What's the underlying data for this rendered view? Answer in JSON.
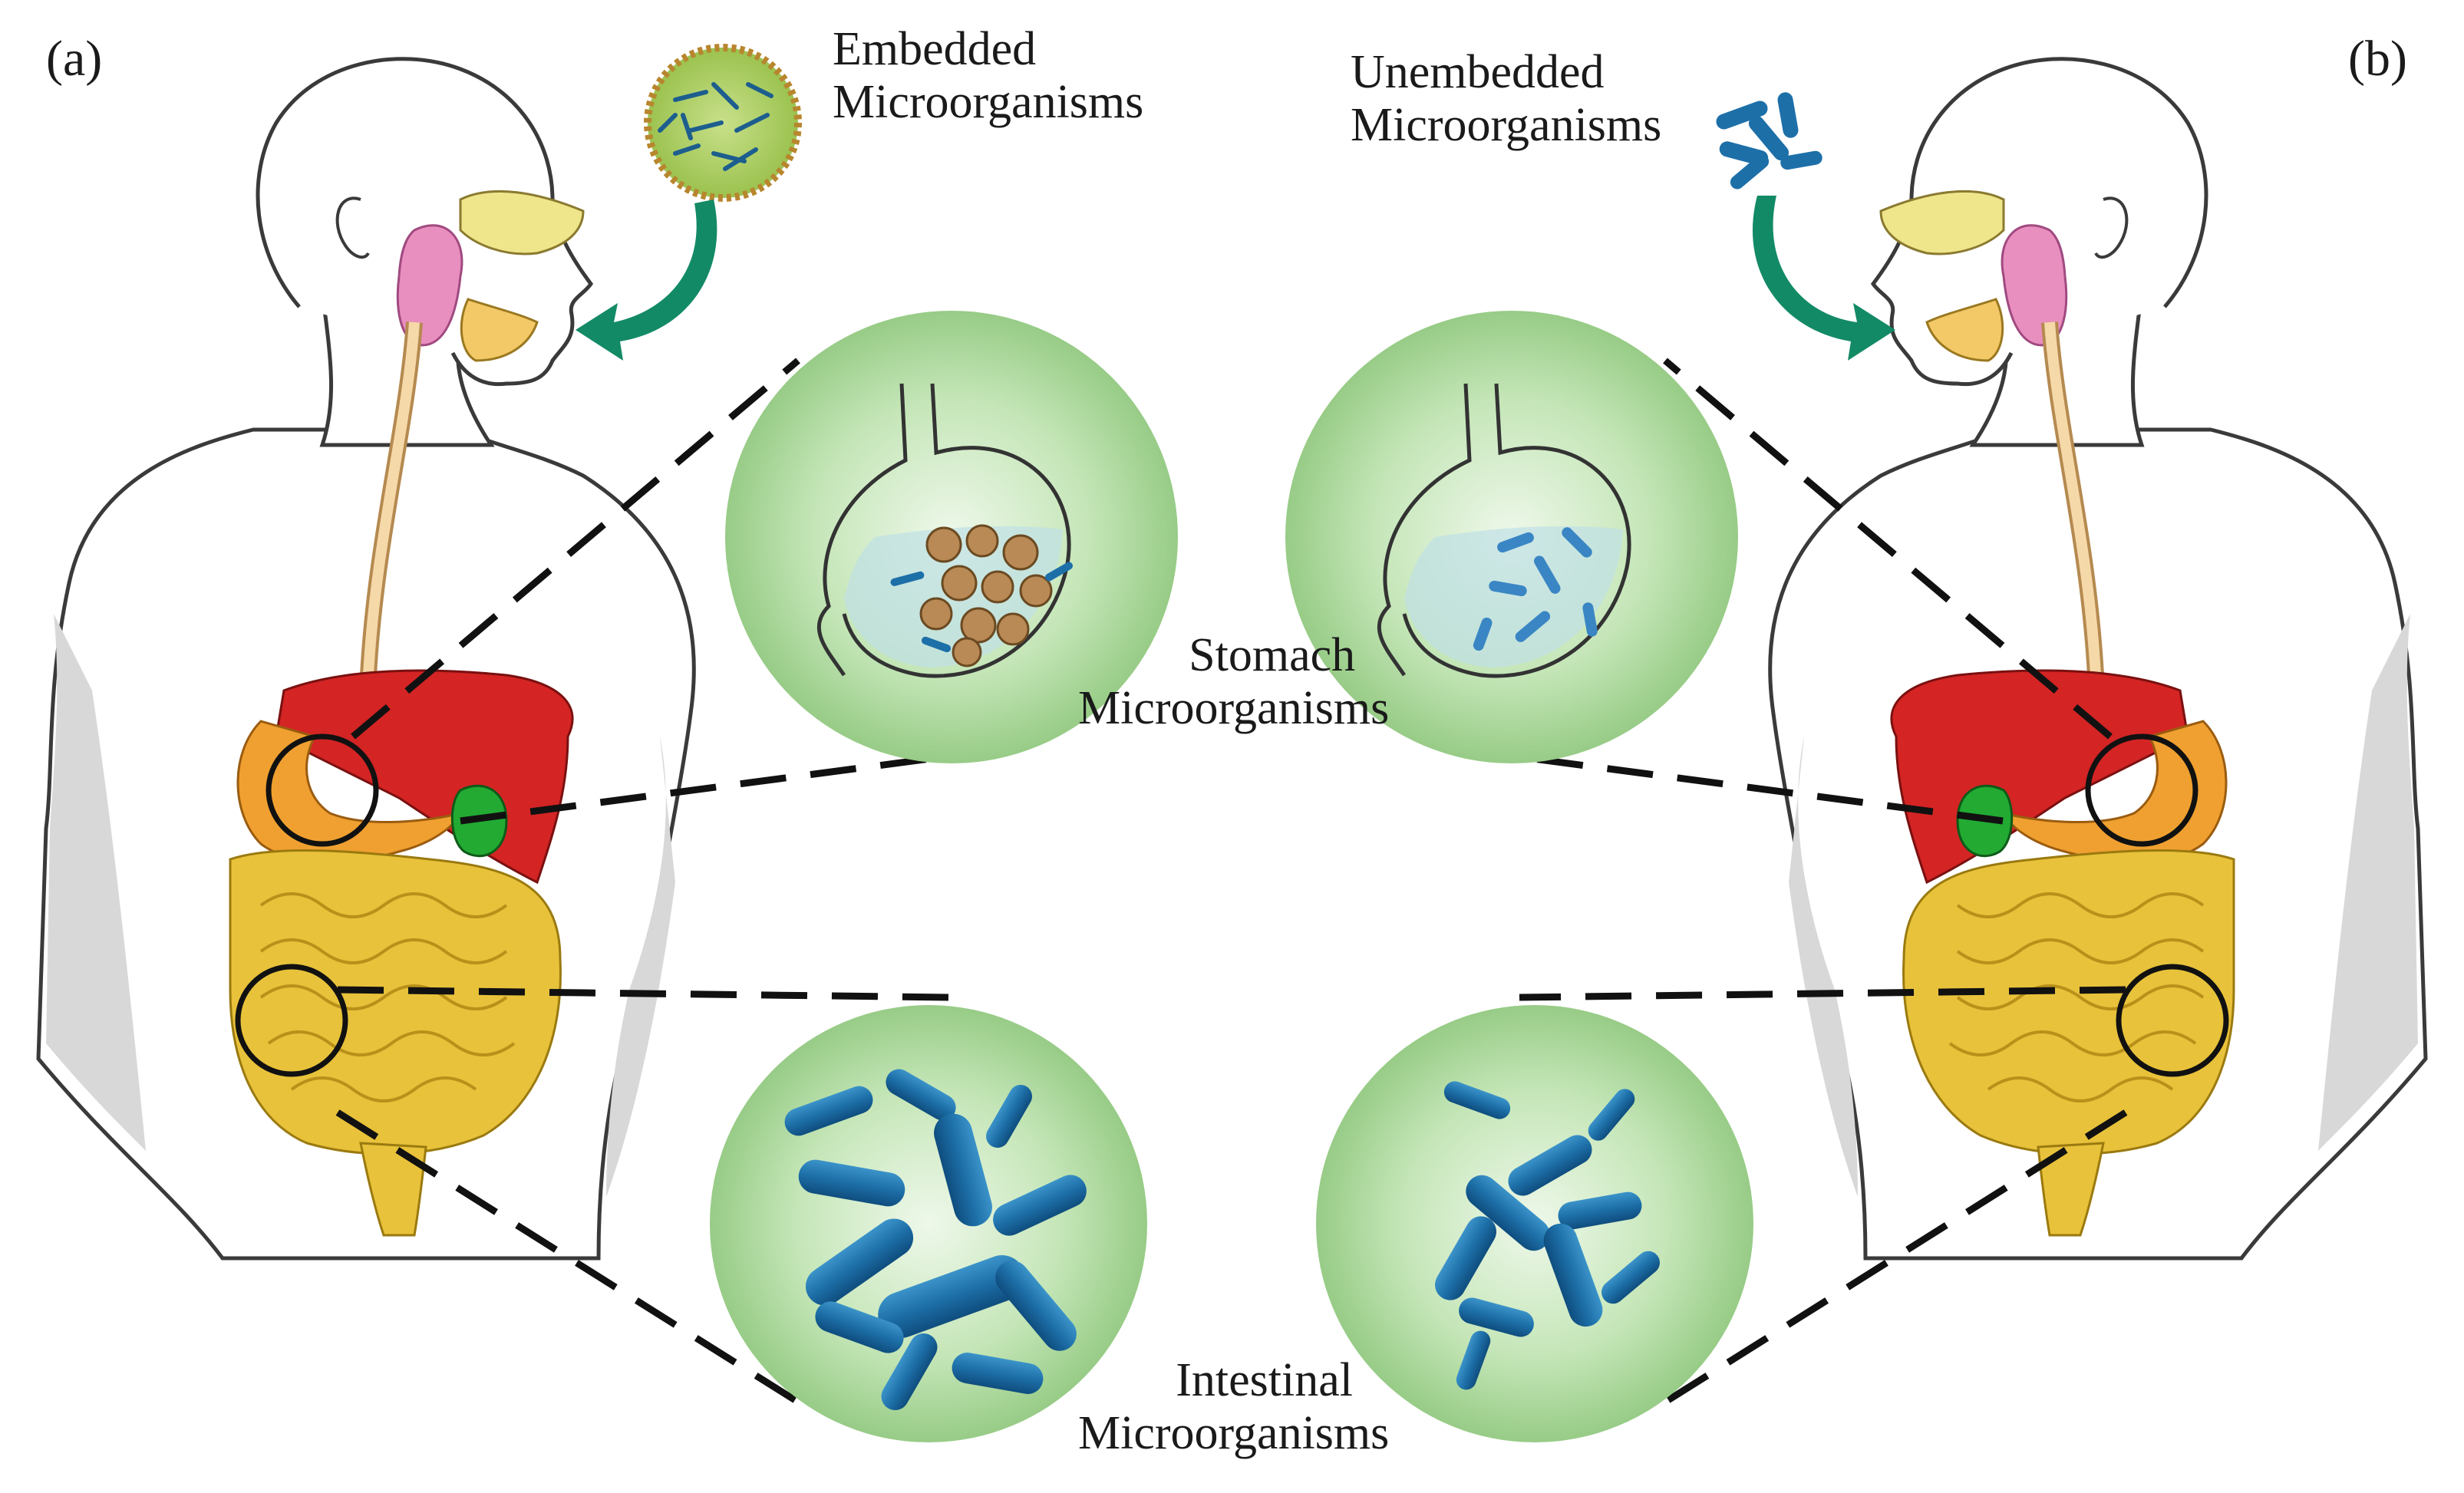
{
  "figure": {
    "panel_a": "(a)",
    "panel_b": "(b)",
    "embedded": {
      "line1": "Embedded",
      "line2": "Microorganisms"
    },
    "unembedded": {
      "line1": "Unembedded",
      "line2": "Microorganisms"
    },
    "stomach": {
      "line1": "Stomach",
      "line2": "Microorganisms"
    },
    "intestinal": {
      "line1": "Intestinal",
      "line2": "Microorganisms"
    }
  },
  "colors": {
    "skin_outline": "#3a3a3a",
    "body_shadow": "#d8d8d8",
    "liver": "#d42424",
    "stomach_organ": "#f0a030",
    "intestine": "#e8c23a",
    "gallbladder": "#22aa33",
    "esophagus": "#f6d9a8",
    "salivary": "#e98fc0",
    "nasal": "#efe58a",
    "arrow": "#138a66",
    "circle_fill": "#9fd08f",
    "bacteria": "#1d6fa8",
    "capsule": "#8a6a3a"
  }
}
